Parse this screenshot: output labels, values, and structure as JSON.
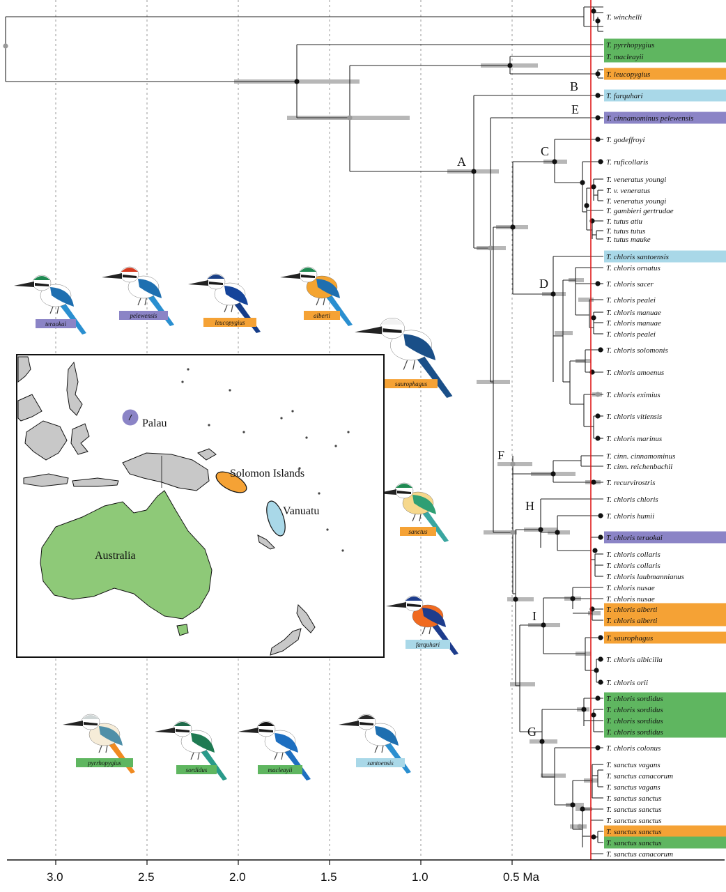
{
  "colors": {
    "purple": "#8b84c6",
    "green": "#5fb660",
    "orange": "#f5a235",
    "blue": "#a9d8e8",
    "land": "#c8c8c8",
    "australia": "#8ec978",
    "redline": "#e01b1b",
    "bar": "#aaaaaa",
    "branch": "#222222"
  },
  "tips": [
    {
      "text": "T. winchelli",
      "hl": ""
    },
    {
      "text": "T. pyrrhopygius",
      "hl": "green"
    },
    {
      "text": "T. macleayii",
      "hl": "green"
    },
    {
      "text": "T. leucopygius",
      "hl": "orange"
    },
    {
      "text": "T. farquhari",
      "hl": "blue"
    },
    {
      "text": "T. cinnamominus pelewensis",
      "hl": "purple"
    },
    {
      "text": "T. godeffroyi",
      "hl": ""
    },
    {
      "text": "T. ruficollaris",
      "hl": ""
    },
    {
      "text": "T. veneratus youngi",
      "hl": ""
    },
    {
      "text": "T. v. veneratus",
      "hl": ""
    },
    {
      "text": "T. veneratus youngi",
      "hl": ""
    },
    {
      "text": "T. gambieri gertrudae",
      "hl": ""
    },
    {
      "text": "T. tutus atiu",
      "hl": ""
    },
    {
      "text": "T. tutus tutus",
      "hl": ""
    },
    {
      "text": "T. tutus mauke",
      "hl": ""
    },
    {
      "text": "T. chloris santoensis",
      "hl": "blue"
    },
    {
      "text": "T. chloris ornatus",
      "hl": ""
    },
    {
      "text": "T. chloris sacer",
      "hl": ""
    },
    {
      "text": "T. chloris pealei",
      "hl": ""
    },
    {
      "text": "T. chloris manuae",
      "hl": ""
    },
    {
      "text": "T. chloris manuae",
      "hl": ""
    },
    {
      "text": "T. chloris pealei",
      "hl": ""
    },
    {
      "text": "T. chloris solomonis",
      "hl": ""
    },
    {
      "text": "T. chloris amoenus",
      "hl": ""
    },
    {
      "text": "T. chloris eximius",
      "hl": ""
    },
    {
      "text": "T. chloris vitiensis",
      "hl": ""
    },
    {
      "text": "T. chloris marinus",
      "hl": ""
    },
    {
      "text": "T. cinn. cinnamominus",
      "hl": ""
    },
    {
      "text": "T. cinn. reichenbachii",
      "hl": ""
    },
    {
      "text": "T. recurvirostris",
      "hl": ""
    },
    {
      "text": "T. chloris chloris",
      "hl": ""
    },
    {
      "text": "T. chloris humii",
      "hl": ""
    },
    {
      "text": "T. chloris teraokai",
      "hl": "purple"
    },
    {
      "text": "T. chloris collaris",
      "hl": ""
    },
    {
      "text": "T. chloris collaris",
      "hl": ""
    },
    {
      "text": "T. chloris laubmannianus",
      "hl": ""
    },
    {
      "text": "T. chloris nusae",
      "hl": ""
    },
    {
      "text": "T. chloris nusae",
      "hl": ""
    },
    {
      "text": "T. chloris alberti",
      "hl": "orange"
    },
    {
      "text": "T. chloris alberti",
      "hl": "orange"
    },
    {
      "text": "T. saurophagus",
      "hl": "orange"
    },
    {
      "text": "T. chloris albicilla",
      "hl": ""
    },
    {
      "text": "T. chloris orii",
      "hl": ""
    },
    {
      "text": "T. chloris sordidus",
      "hl": "green"
    },
    {
      "text": "T. chloris sordidus",
      "hl": "green"
    },
    {
      "text": "T. chloris sordidus",
      "hl": "green"
    },
    {
      "text": "T. chloris sordidus",
      "hl": "green"
    },
    {
      "text": "T. chloris colonus",
      "hl": ""
    },
    {
      "text": "T. sanctus vagans",
      "hl": ""
    },
    {
      "text": "T. sanctus canacorum",
      "hl": ""
    },
    {
      "text": "T. sanctus vagans",
      "hl": ""
    },
    {
      "text": "T. sanctus sanctus",
      "hl": ""
    },
    {
      "text": "T. sanctus sanctus",
      "hl": ""
    },
    {
      "text": "T. sanctus sanctus",
      "hl": ""
    },
    {
      "text": "T. sanctus sanctus",
      "hl": "orange"
    },
    {
      "text": "T. sanctus sanctus",
      "hl": "green"
    },
    {
      "text": "T. sanctus canacorum",
      "hl": ""
    }
  ],
  "node_letters": [
    "A",
    "B",
    "C",
    "D",
    "E",
    "F",
    "G",
    "H",
    "I"
  ],
  "axis": {
    "ticks": [
      "3.0",
      "2.5",
      "2.0",
      "1.5",
      "1.0",
      "0.5 Ma"
    ],
    "tick_values": [
      3.0,
      2.5,
      2.0,
      1.5,
      1.0,
      0.5
    ]
  },
  "map": {
    "labels": [
      "Palau",
      "Solomon Islands",
      "Vanuatu",
      "Australia"
    ]
  },
  "birds": [
    {
      "label": "teraokai",
      "hl": "purple",
      "crown": "#1f8a52",
      "back": "#2a9a66",
      "wing": "#1e6fb0",
      "belly": "#ffffff",
      "tail": "#2a8fd0"
    },
    {
      "label": "pelewensis",
      "hl": "purple",
      "crown": "#d63a20",
      "back": "#2f9a6a",
      "wing": "#1e6fb0",
      "belly": "#ffffff",
      "tail": "#2a8fd0"
    },
    {
      "label": "leucopygius",
      "hl": "orange",
      "crown": "#1a3f86",
      "back": "#1d5aa8",
      "wing": "#15449a",
      "belly": "#ffffff",
      "tail": "#153c88"
    },
    {
      "label": "alberti",
      "hl": "orange",
      "crown": "#1f8a52",
      "back": "#2a9a66",
      "wing": "#1e6fb0",
      "belly": "#f4a430",
      "tail": "#2a8fd0"
    },
    {
      "label": "saurophagus",
      "hl": "orange",
      "crown": "#f2f2f2",
      "back": "#1e5c98",
      "wing": "#1a4f88",
      "belly": "#ffffff",
      "tail": "#1a4f88"
    },
    {
      "label": "sanctus",
      "hl": "orange",
      "crown": "#1f8a52",
      "back": "#2a9a6a",
      "wing": "#2f9f74",
      "belly": "#f6d88c",
      "tail": "#3aa6a0"
    },
    {
      "label": "farquhari",
      "hl": "blue",
      "crown": "#1d3c8c",
      "back": "#1d3c8c",
      "wing": "#1d3c8c",
      "belly": "#f06a20",
      "tail": "#1d3c8c"
    },
    {
      "label": "pyrrhopygius",
      "hl": "green",
      "crown": "#cfd6d6",
      "back": "#5aa0b0",
      "wing": "#4f8fa8",
      "belly": "#f6ecd8",
      "tail": "#f08a20"
    },
    {
      "label": "sordidus",
      "hl": "green",
      "crown": "#1f6a4a",
      "back": "#1f7a52",
      "wing": "#1f7a52",
      "belly": "#ffffff",
      "tail": "#2a9a8a"
    },
    {
      "label": "macleayii",
      "hl": "green",
      "crown": "#111111",
      "back": "#1e5cb0",
      "wing": "#1e6fc0",
      "belly": "#ffffff",
      "tail": "#1e6fc0"
    },
    {
      "label": "santoensis",
      "hl": "blue",
      "crown": "#2a2a2a",
      "back": "#2a9a6a",
      "wing": "#1e6fb0",
      "belly": "#ffffff",
      "tail": "#2a8fd0"
    }
  ]
}
